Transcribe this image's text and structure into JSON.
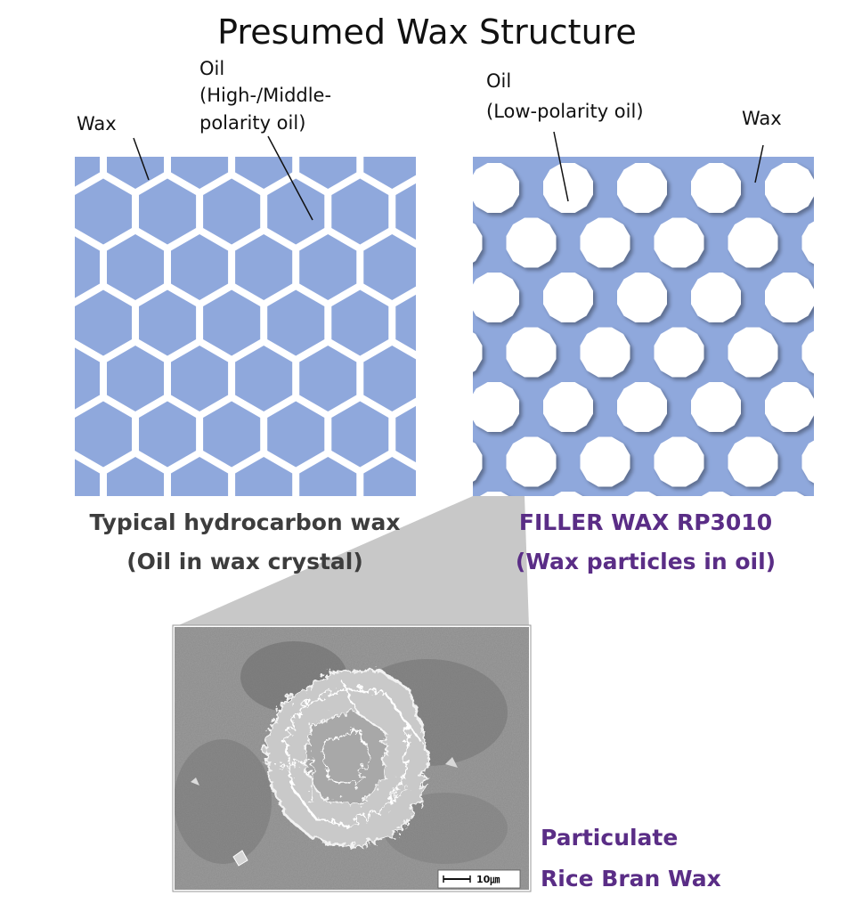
{
  "title": "Presumed Wax Structure",
  "left_panel": {
    "label_wax": "Wax",
    "label_oil": "Oil",
    "label_oil_detail_1": "(High-/Middle-",
    "label_oil_detail_2": "polarity oil)",
    "caption_line1": "Typical hydrocarbon wax",
    "caption_line2": "(Oil in wax crystal)"
  },
  "right_panel": {
    "label_oil": "Oil",
    "label_oil_detail": "(Low-polarity oil)",
    "label_wax": "Wax",
    "caption_line1": "FILLER WAX RP3010",
    "caption_line2": "(Wax particles in oil)"
  },
  "sem": {
    "scale_label": "10㎛",
    "caption_line1": "Particulate",
    "caption_line2": "Rice Bran Wax"
  },
  "colors": {
    "oil_blue": "#8fa8dc",
    "left_caption": "#3d3d3d",
    "right_caption": "#5a2d86",
    "zoom_wedge": "#c8c8c8"
  }
}
